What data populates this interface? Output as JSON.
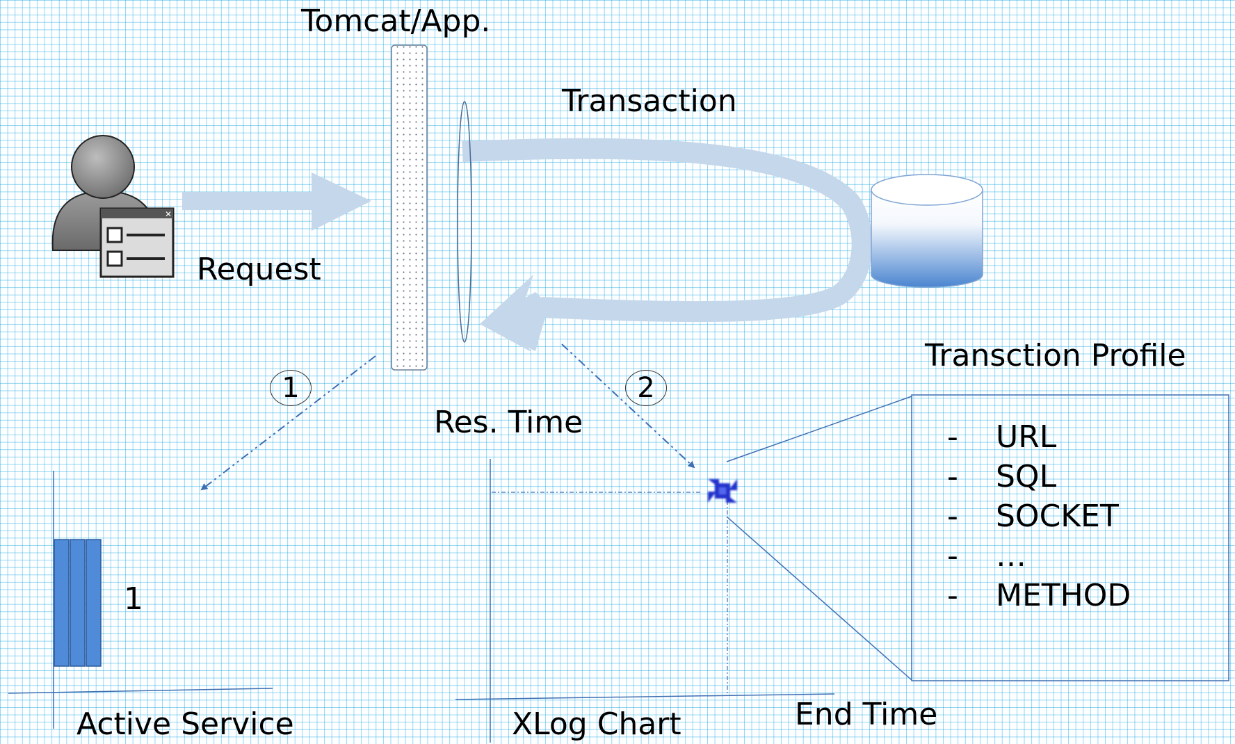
{
  "labels": {
    "tomcat": "Tomcat/App.",
    "transaction": "Transaction",
    "request": "Request",
    "transaction_profile": "Transction Profile",
    "res_time": "Res. Time",
    "end_time": "End Time",
    "active_service": "Active Service",
    "xlog_chart": "XLog Chart",
    "active_count": "1"
  },
  "steps": [
    "1",
    "2"
  ],
  "profile_items": [
    {
      "dash": "-",
      "text": "URL"
    },
    {
      "dash": "-",
      "text": "SQL"
    },
    {
      "dash": "-",
      "text": "SOCKET"
    },
    {
      "dash": "-",
      "text": "…"
    },
    {
      "dash": "-",
      "text": "METHOD"
    }
  ],
  "icons": {
    "user": "user-with-form-icon",
    "database": "database-icon",
    "xlog_point": "xlog-point-icon"
  },
  "colors": {
    "grid": "#009edc",
    "flow_arrow": "#c5d7eb",
    "flow_arrow_dark": "#b4cbe4",
    "bar": "#4f8bd8",
    "line": "#3d6fb3",
    "point": "#2233cc",
    "database_bottom": "#4a85d0"
  }
}
